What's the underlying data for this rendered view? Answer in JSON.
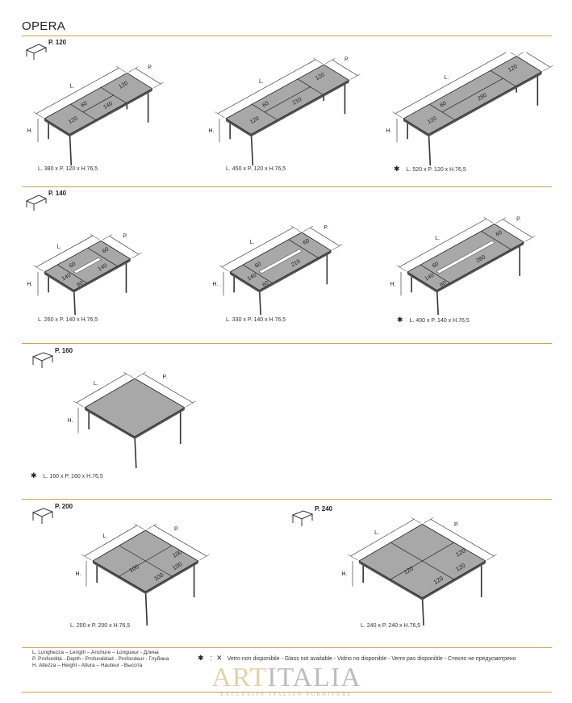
{
  "title": "OPERA",
  "sections": [
    {
      "icon_label": "P.  120",
      "tables": [
        {
          "type": "long",
          "L": 380,
          "D": 120,
          "ends": "120",
          "mid": "140",
          "side": "60",
          "slot": false,
          "caption": "L. 380 x P. 120 x H.76,5",
          "glass_na": false
        },
        {
          "type": "long",
          "L": 450,
          "D": 120,
          "ends": "120",
          "mid": "210",
          "side": "60",
          "slot": false,
          "caption": "L. 450 x P. 120 x H.76,5",
          "glass_na": false
        },
        {
          "type": "long",
          "L": 520,
          "D": 120,
          "ends": "120",
          "mid": "280",
          "side": "60",
          "slot": false,
          "caption": "L. 520 x P. 120 x H.76,5",
          "glass_na": true
        }
      ]
    },
    {
      "icon_label": "P.  140",
      "tables": [
        {
          "type": "long",
          "L": 260,
          "D": 140,
          "ends": "140",
          "mid": "140",
          "side": "60",
          "slot": true,
          "caption": "L. 260 x P. 140 x H.76,5",
          "glass_na": false
        },
        {
          "type": "long",
          "L": 330,
          "D": 140,
          "ends": "140",
          "mid": "210",
          "side": "60",
          "slot": true,
          "caption": "L. 330 x P. 140 x H.76,5",
          "glass_na": false
        },
        {
          "type": "long",
          "L": 400,
          "D": 140,
          "ends": "140",
          "mid": "280",
          "side": "60",
          "slot": true,
          "caption": "L. 400 x P. 140 x H.76,5",
          "glass_na": true
        }
      ]
    },
    {
      "icon_label": "P.  160",
      "tables": [
        {
          "type": "square",
          "L": 160,
          "D": 160,
          "caption": "L. 160 x P. 160 x H.76,5",
          "glass_na": true
        }
      ]
    },
    {
      "icon_label": "P.  200",
      "tables": [
        {
          "type": "quad",
          "L": 200,
          "D": 200,
          "quad": "100",
          "caption": "L. 200 x P. 200 x H.76,5",
          "glass_na": false
        }
      ]
    },
    {
      "icon_label": "P.  240",
      "tables": [
        {
          "type": "quad",
          "L": 240,
          "D": 240,
          "quad": "120",
          "caption": "L. 240 x P. 240 x H.76,5",
          "glass_na": false
        }
      ]
    }
  ],
  "dim_labels": {
    "L": "L.",
    "P": "P.",
    "H": "H."
  },
  "legend": [
    "L.   Lunghezza – Length – Anchure – Longueur - Длина",
    "P.   Profondità - Depth - Profundidad - Profondeur - Глубина",
    "H.   Altezza – Height - Altura – Hauteur - Высота"
  ],
  "glass_note": "Vetro non disponibile - Glass not available - Vidrio no disponible - Verre pas disponible - Стекло не предусмотрено",
  "glass_symbol": "✱",
  "logo": {
    "name_a": "ART",
    "name_b": "ITALIA",
    "tagline": "EXCLUSIVE ITALIAN FURNITURE"
  },
  "colors": {
    "accent": "#c9a24a",
    "tabletop": "#a8a8a8"
  }
}
